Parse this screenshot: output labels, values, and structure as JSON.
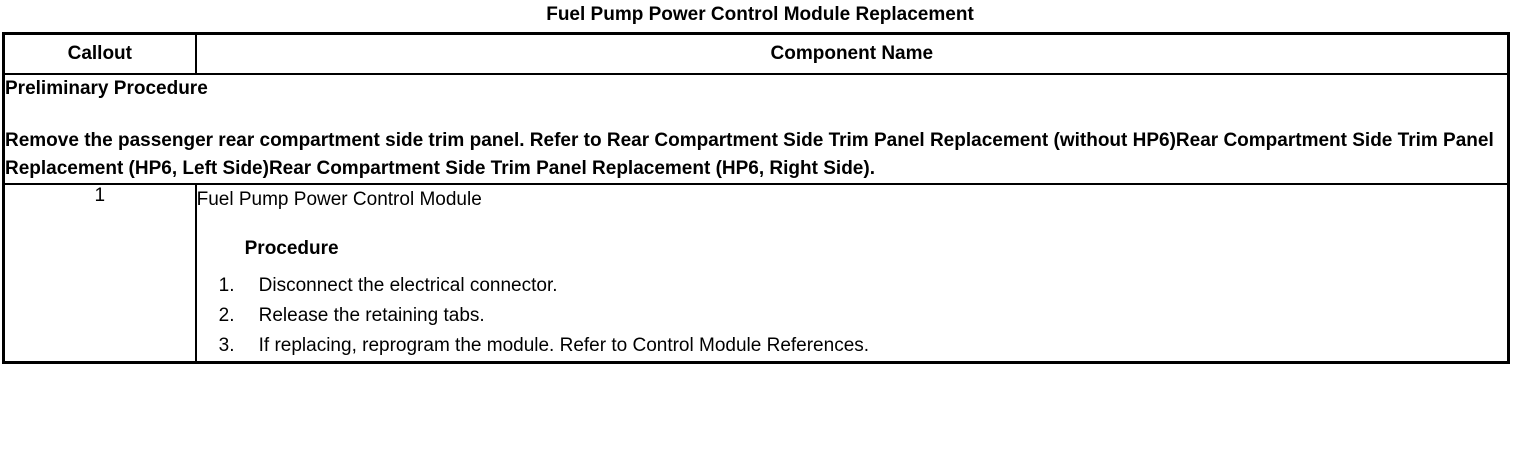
{
  "document": {
    "title": "Fuel Pump Power Control Module Replacement"
  },
  "table": {
    "headers": {
      "callout": "Callout",
      "component_name": "Component Name"
    },
    "preliminary": {
      "heading": "Preliminary Procedure",
      "body": "Remove the passenger rear compartment side trim panel. Refer to Rear Compartment Side Trim Panel Replacement (without HP6)Rear Compartment Side Trim Panel Replacement (HP6, Left Side)Rear Compartment Side Trim Panel Replacement (HP6, Right Side)."
    },
    "rows": [
      {
        "callout": "1",
        "component_name": "Fuel Pump Power Control Module",
        "procedure_heading": "Procedure",
        "steps": [
          "Disconnect the electrical connector.",
          "Release the retaining tabs.",
          "If replacing, reprogram the module. Refer to Control Module References."
        ]
      }
    ]
  }
}
